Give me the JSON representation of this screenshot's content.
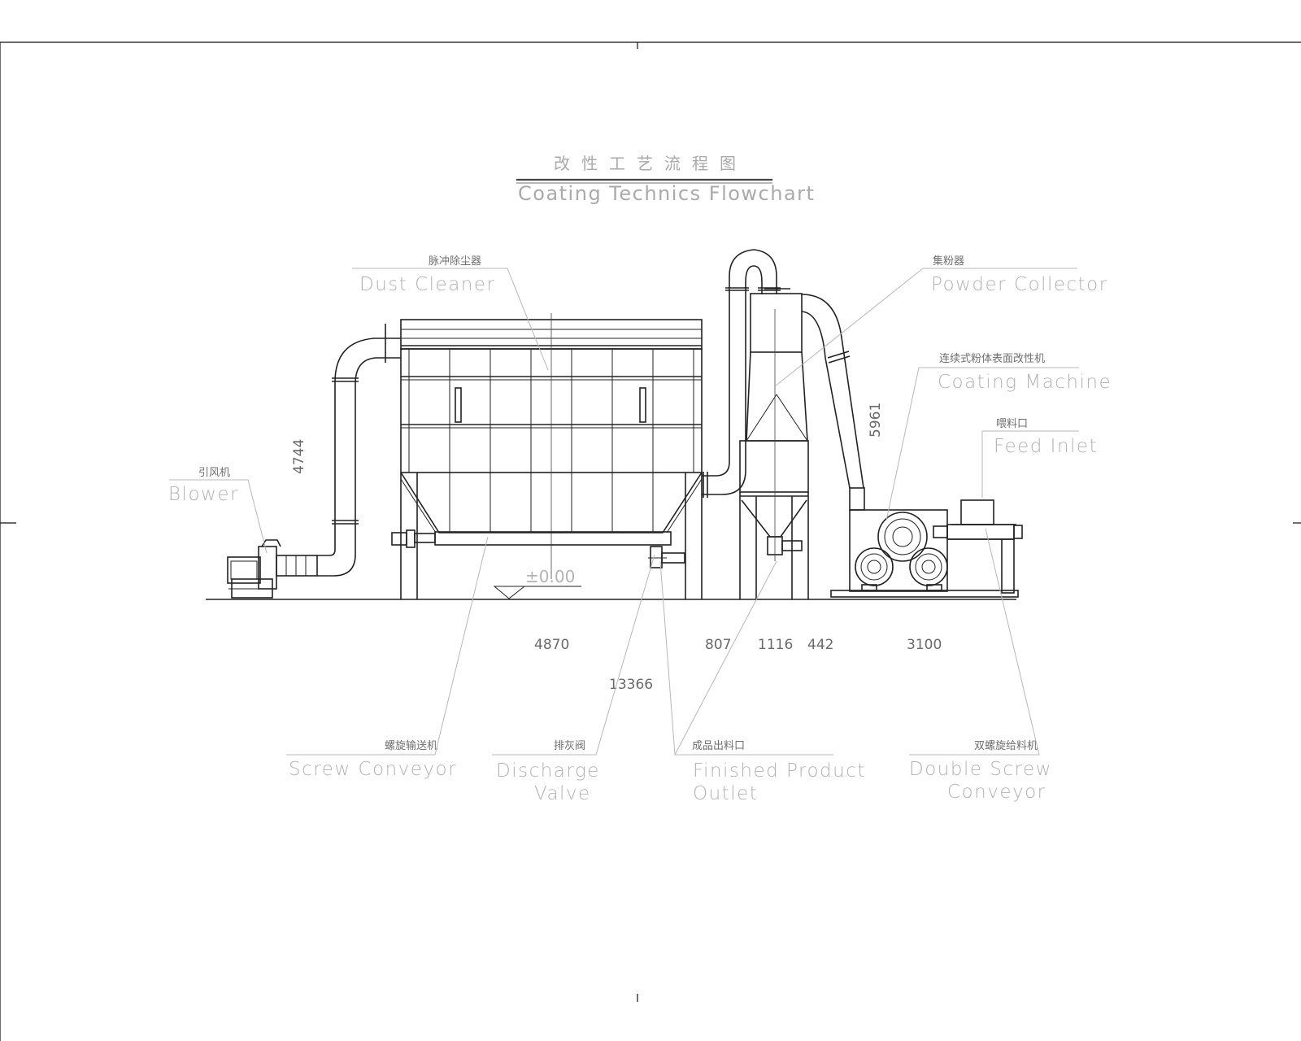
{
  "title": {
    "zh": "改性工艺流程图",
    "en": "Coating Technics Flowchart"
  },
  "labels": {
    "dust_cleaner": {
      "zh": "脉冲除尘器",
      "en": "Dust Cleaner"
    },
    "powder_collector": {
      "zh": "集粉器",
      "en": "Powder Collector"
    },
    "coating_machine": {
      "zh": "连续式粉体表面改性机",
      "en": "Coating Machine"
    },
    "feed_inlet": {
      "zh": "喂料口",
      "en": "Feed Inlet"
    },
    "blower": {
      "zh": "引风机",
      "en": "Blower"
    },
    "screw_conveyor": {
      "zh": "螺旋输送机",
      "en": "Screw Conveyor"
    },
    "discharge_valve": {
      "zh": "排灰阀",
      "en_line1": "Discharge",
      "en_line2": "Valve"
    },
    "finished_product_outlet": {
      "zh": "成品出料口",
      "en_line1": "Finished Product",
      "en_line2": "Outlet"
    },
    "double_screw_conveyor": {
      "zh": "双螺旋给料机",
      "en_line1": "Double Screw",
      "en_line2": "Conveyor"
    }
  },
  "dimensions": {
    "ground_level": "±0.00",
    "height_left": "4744",
    "height_right": "5961",
    "dim_4870": "4870",
    "dim_807": "807",
    "dim_1116": "1116",
    "dim_442": "442",
    "dim_3100": "3100",
    "dim_total": "13366"
  }
}
